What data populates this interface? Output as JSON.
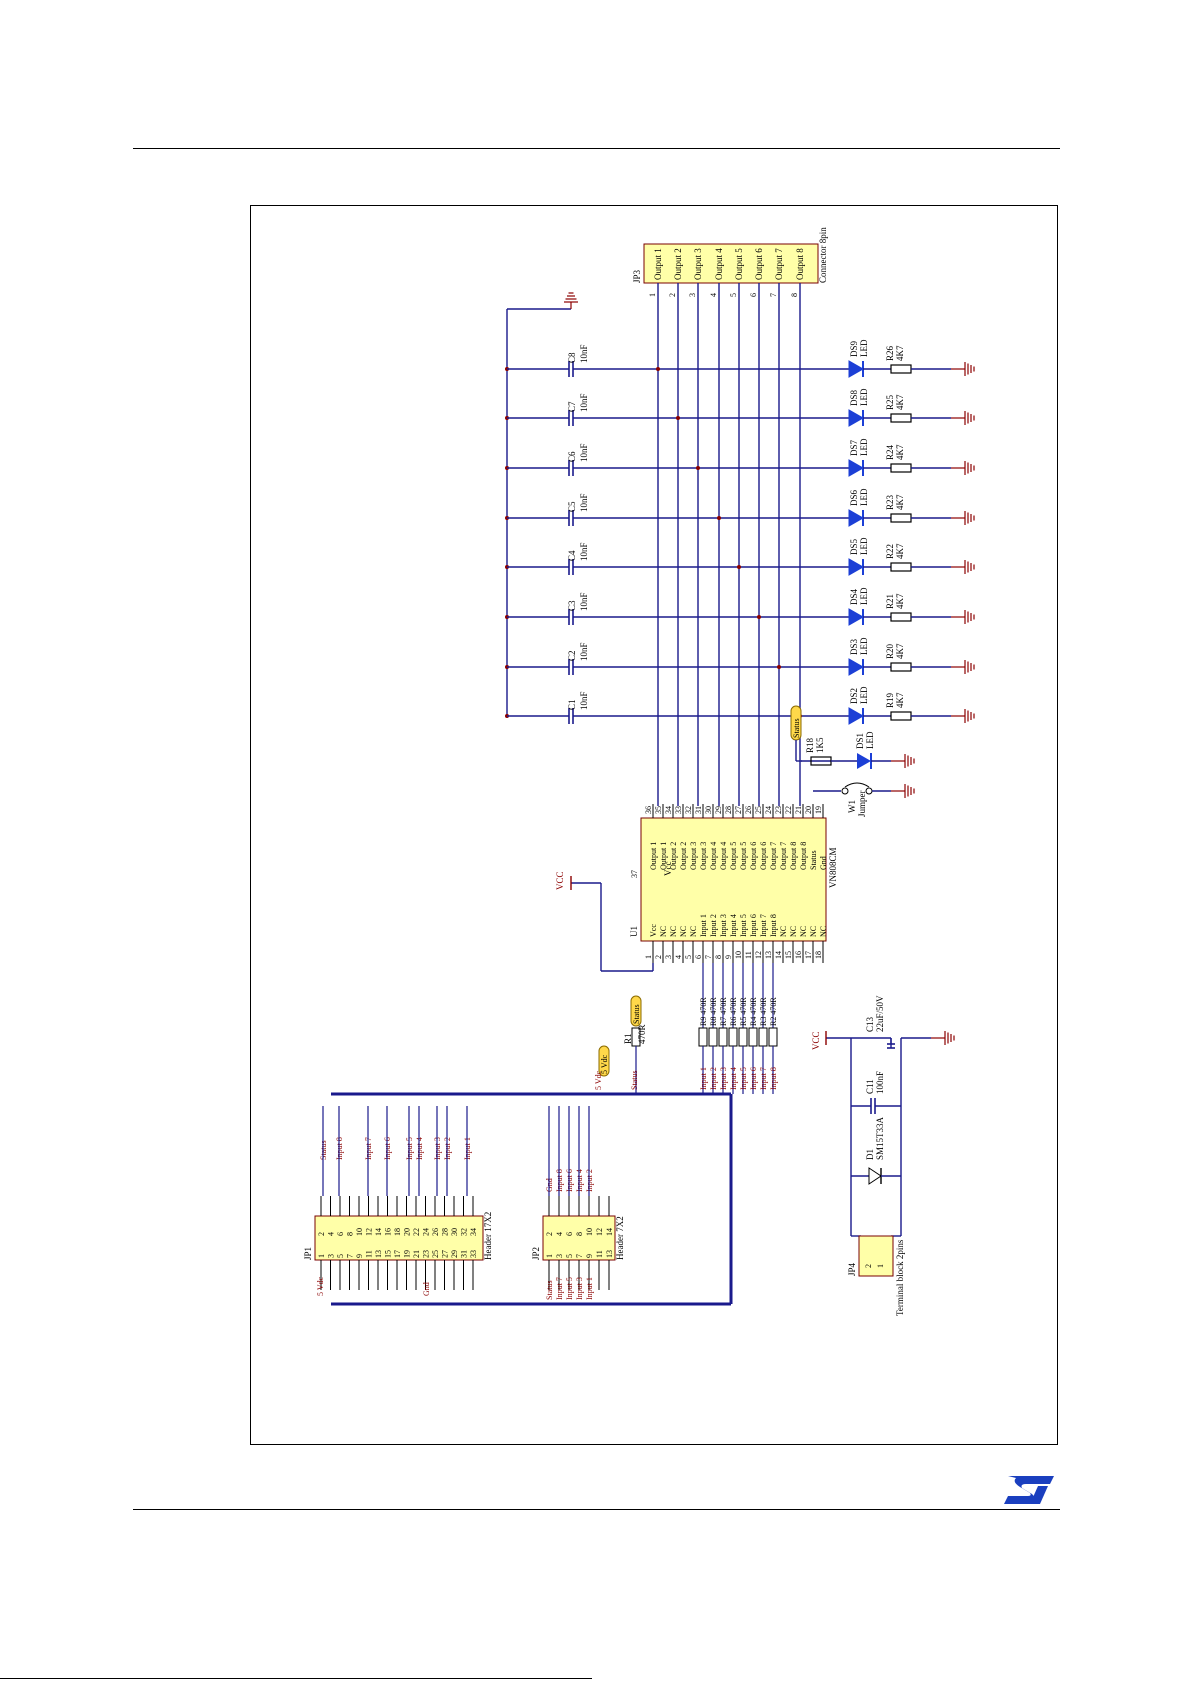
{
  "colors": {
    "wire": "#1a1a8c",
    "pin": "#000000",
    "chip_fill": "#ffffa8",
    "chip_border": "#7a0000",
    "label_red": "#8b0000",
    "diode_blue": "#1c3fd6",
    "ground": "#8b0000",
    "port_fill": "#ffd84a"
  },
  "logo": {
    "icon": "st-logo-icon"
  },
  "u1": {
    "ref": "U1",
    "part": "VN808CM",
    "vcc_pin_num": "37",
    "vcc_label": "Vcc",
    "left_pins": [
      {
        "num": "1",
        "name": "Vcc"
      },
      {
        "num": "2",
        "name": "NC"
      },
      {
        "num": "3",
        "name": "NC"
      },
      {
        "num": "4",
        "name": "NC"
      },
      {
        "num": "5",
        "name": "NC"
      },
      {
        "num": "6",
        "name": "Input 1"
      },
      {
        "num": "7",
        "name": "Input 2"
      },
      {
        "num": "8",
        "name": "Input 3"
      },
      {
        "num": "9",
        "name": "Input 4"
      },
      {
        "num": "10",
        "name": "Input 5"
      },
      {
        "num": "11",
        "name": "Input 6"
      },
      {
        "num": "12",
        "name": "Input 7"
      },
      {
        "num": "13",
        "name": "Input 8"
      },
      {
        "num": "14",
        "name": "NC"
      },
      {
        "num": "15",
        "name": "NC"
      },
      {
        "num": "16",
        "name": "NC"
      },
      {
        "num": "17",
        "name": "NC"
      },
      {
        "num": "18",
        "name": "NC"
      }
    ],
    "right_pins": [
      {
        "num": "36",
        "name": "Output 1"
      },
      {
        "num": "35",
        "name": "Output 1"
      },
      {
        "num": "34",
        "name": "Output 2"
      },
      {
        "num": "33",
        "name": "Output 2"
      },
      {
        "num": "32",
        "name": "Output 3"
      },
      {
        "num": "31",
        "name": "Output 3"
      },
      {
        "num": "30",
        "name": "Output 4"
      },
      {
        "num": "29",
        "name": "Output 4"
      },
      {
        "num": "28",
        "name": "Output 5"
      },
      {
        "num": "27",
        "name": "Output 5"
      },
      {
        "num": "26",
        "name": "Output 6"
      },
      {
        "num": "25",
        "name": "Output 6"
      },
      {
        "num": "24",
        "name": "Output 7"
      },
      {
        "num": "23",
        "name": "Output 7"
      },
      {
        "num": "22",
        "name": "Output 8"
      },
      {
        "num": "21",
        "name": "Output 8"
      },
      {
        "num": "20",
        "name": "Status"
      },
      {
        "num": "19",
        "name": "Gnd"
      }
    ]
  },
  "jp3": {
    "ref": "JP3",
    "part": "Connector 8pin",
    "pins": [
      {
        "num": "1",
        "name": "Output 1"
      },
      {
        "num": "2",
        "name": "Output 2"
      },
      {
        "num": "3",
        "name": "Output 3"
      },
      {
        "num": "4",
        "name": "Output 4"
      },
      {
        "num": "5",
        "name": "Output 5"
      },
      {
        "num": "6",
        "name": "Output 6"
      },
      {
        "num": "7",
        "name": "Output 7"
      },
      {
        "num": "8",
        "name": "Output 8"
      }
    ]
  },
  "caps_out": [
    {
      "ref": "C8",
      "val": "10nF"
    },
    {
      "ref": "C7",
      "val": "10nF"
    },
    {
      "ref": "C6",
      "val": "10nF"
    },
    {
      "ref": "C5",
      "val": "10nF"
    },
    {
      "ref": "C4",
      "val": "10nF"
    },
    {
      "ref": "C3",
      "val": "10nF"
    },
    {
      "ref": "C2",
      "val": "10nF"
    },
    {
      "ref": "C1",
      "val": "10nF"
    }
  ],
  "leds_out": [
    {
      "ref": "DS9",
      "type": "LED",
      "res": "R26",
      "rval": "4K7"
    },
    {
      "ref": "DS8",
      "type": "LED",
      "res": "R25",
      "rval": "4K7"
    },
    {
      "ref": "DS7",
      "type": "LED",
      "res": "R24",
      "rval": "4K7"
    },
    {
      "ref": "DS6",
      "type": "LED",
      "res": "R23",
      "rval": "4K7"
    },
    {
      "ref": "DS5",
      "type": "LED",
      "res": "R22",
      "rval": "4K7"
    },
    {
      "ref": "DS4",
      "type": "LED",
      "res": "R21",
      "rval": "4K7"
    },
    {
      "ref": "DS3",
      "type": "LED",
      "res": "R20",
      "rval": "4K7"
    },
    {
      "ref": "DS2",
      "type": "LED",
      "res": "R19",
      "rval": "4K7"
    }
  ],
  "status_led": {
    "ref": "DS1",
    "type": "LED",
    "res": "R18",
    "rval": "1K5",
    "port": "Status"
  },
  "jumper": {
    "ref": "W1",
    "part": "Jumper"
  },
  "vcc_label": "VCC",
  "input_res": [
    {
      "ref": "R9",
      "val": "470R",
      "net": "Input 1"
    },
    {
      "ref": "R8",
      "val": "470R",
      "net": "Input 2"
    },
    {
      "ref": "R7",
      "val": "470R",
      "net": "Input 3"
    },
    {
      "ref": "R6",
      "val": "470R",
      "net": "Input 4"
    },
    {
      "ref": "R5",
      "val": "470R",
      "net": "Input 5"
    },
    {
      "ref": "R4",
      "val": "470R",
      "net": "Input 6"
    },
    {
      "ref": "R3",
      "val": "470R",
      "net": "Input 7"
    },
    {
      "ref": "R2",
      "val": "470R",
      "net": "Input 8"
    }
  ],
  "r1": {
    "ref": "R1",
    "val": "470R",
    "port": "Status",
    "net": "Status"
  },
  "port_5vdc": {
    "label": "5 Vdc",
    "net": "5 Vdc"
  },
  "jp1": {
    "ref": "JP1",
    "part": "Header 17X2",
    "top_nums": [
      "2",
      "4",
      "6",
      "8",
      "10",
      "12",
      "14",
      "16",
      "18",
      "20",
      "22",
      "24",
      "26",
      "28",
      "30",
      "32",
      "34"
    ],
    "bot_nums": [
      "1",
      "3",
      "5",
      "7",
      "9",
      "11",
      "13",
      "15",
      "17",
      "19",
      "21",
      "23",
      "25",
      "27",
      "29",
      "31",
      "33"
    ],
    "top_nets": [
      "Status",
      "Input 8",
      "Input 7",
      "Input 6",
      "Input 5",
      "Input 4",
      "Input 3",
      "Input 2",
      "Input 1"
    ],
    "bot_nets": [
      "5 Vdc",
      "Gnd"
    ]
  },
  "jp2": {
    "ref": "JP2",
    "part": "Header 7X2",
    "top_nums": [
      "2",
      "4",
      "6",
      "8",
      "10",
      "12",
      "14"
    ],
    "bot_nums": [
      "1",
      "3",
      "5",
      "7",
      "9",
      "11",
      "13"
    ],
    "top_nets": [
      "Gnd",
      "Input 8",
      "Input 6",
      "Input 4",
      "Input 2"
    ],
    "bot_nets": [
      "Status",
      "Input 7",
      "Input 5",
      "Input 3",
      "Input 1"
    ]
  },
  "power": {
    "vcc": "VCC",
    "c13": {
      "ref": "C13",
      "val": "22uF/50V"
    },
    "c11": {
      "ref": "C11",
      "val": "100nF"
    },
    "d1": {
      "ref": "D1",
      "val": "SM15T33A"
    },
    "jp4": {
      "ref": "JP4",
      "part": "Terminal block 2pins",
      "pins": [
        "2",
        "1"
      ]
    }
  }
}
